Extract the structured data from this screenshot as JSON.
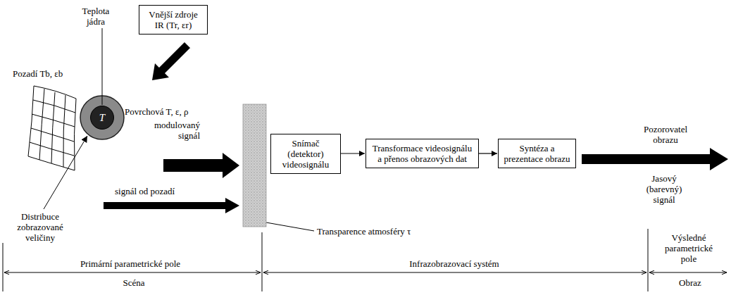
{
  "diagram": {
    "nodes": [
      {
        "text": [
          "Vnější zdroje IR (Tr, εr)"
        ]
      },
      {
        "text": [
          "T"
        ]
      },
      {
        "text": [
          "Snímač (detektor) videosignálu"
        ]
      },
      {
        "text": [
          "Transformace videosignálu a přenos obrazových dat"
        ]
      },
      {
        "text": [
          "Syntéza a prezentace obrazu"
        ]
      }
    ],
    "edges": [
      {
        "from": 2,
        "to": 3,
        "arrow": "to"
      },
      {
        "from": 3,
        "to": 4,
        "arrow": "to"
      }
    ],
    "labels": [
      "Teplota jádra",
      "Pozadí Tb, εb",
      "Povrchová T, ε, ρ",
      "modulovaný signál",
      "signál od pozadí",
      "Distribuce zobrazované veličiny",
      "Transparence atmosféry τ",
      "Pozorovatel obrazu",
      "Jasový (barevný) signál",
      "Výsledné parametrické pole",
      "Primární parametrické pole",
      "Infrazobrazovací systém",
      "Scéna",
      "Obraz"
    ]
  }
}
